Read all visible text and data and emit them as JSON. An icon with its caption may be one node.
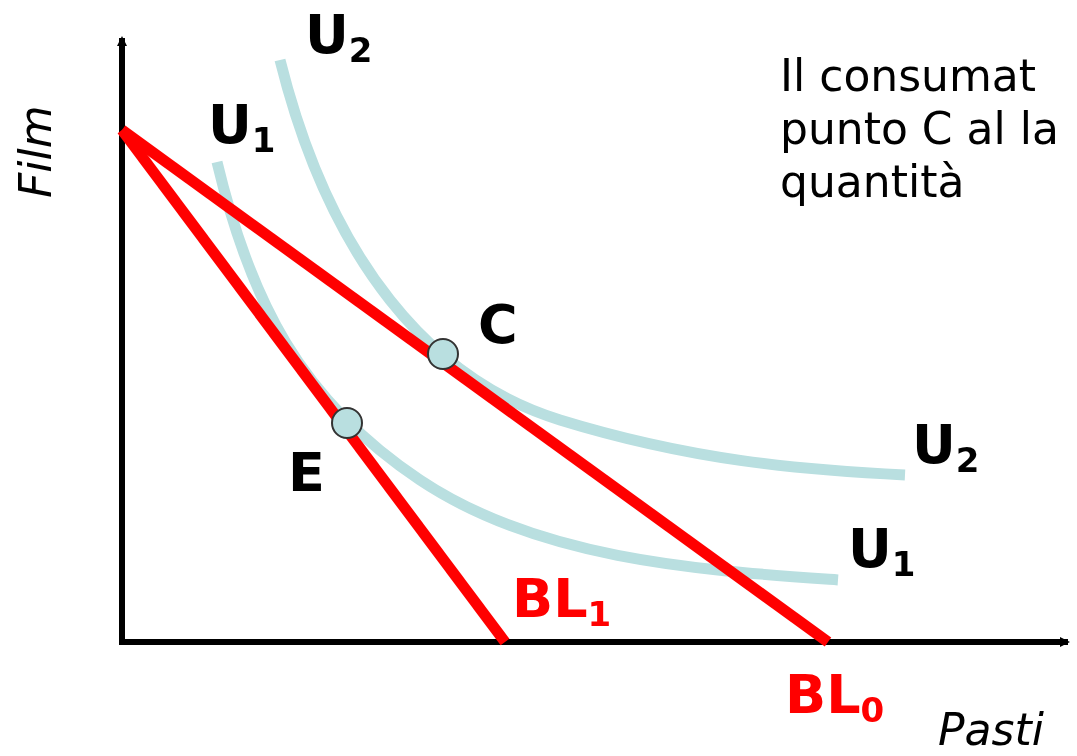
{
  "diagram": {
    "nodes": [
      {
        "text": [],
        "shape": "circle",
        "beside": [
          "C"
        ]
      },
      {
        "text": [],
        "shape": "circle",
        "beside": [
          "E"
        ]
      }
    ],
    "labels": [
      "Il consumat punto C al la quantità",
      "U$_{2}$",
      "U$_{1}$",
      "Film",
      "U$_{2}$",
      "U$_{1}$",
      "BL$_{1}$",
      "BL$_{0}$",
      "Pasti"
    ]
  }
}
